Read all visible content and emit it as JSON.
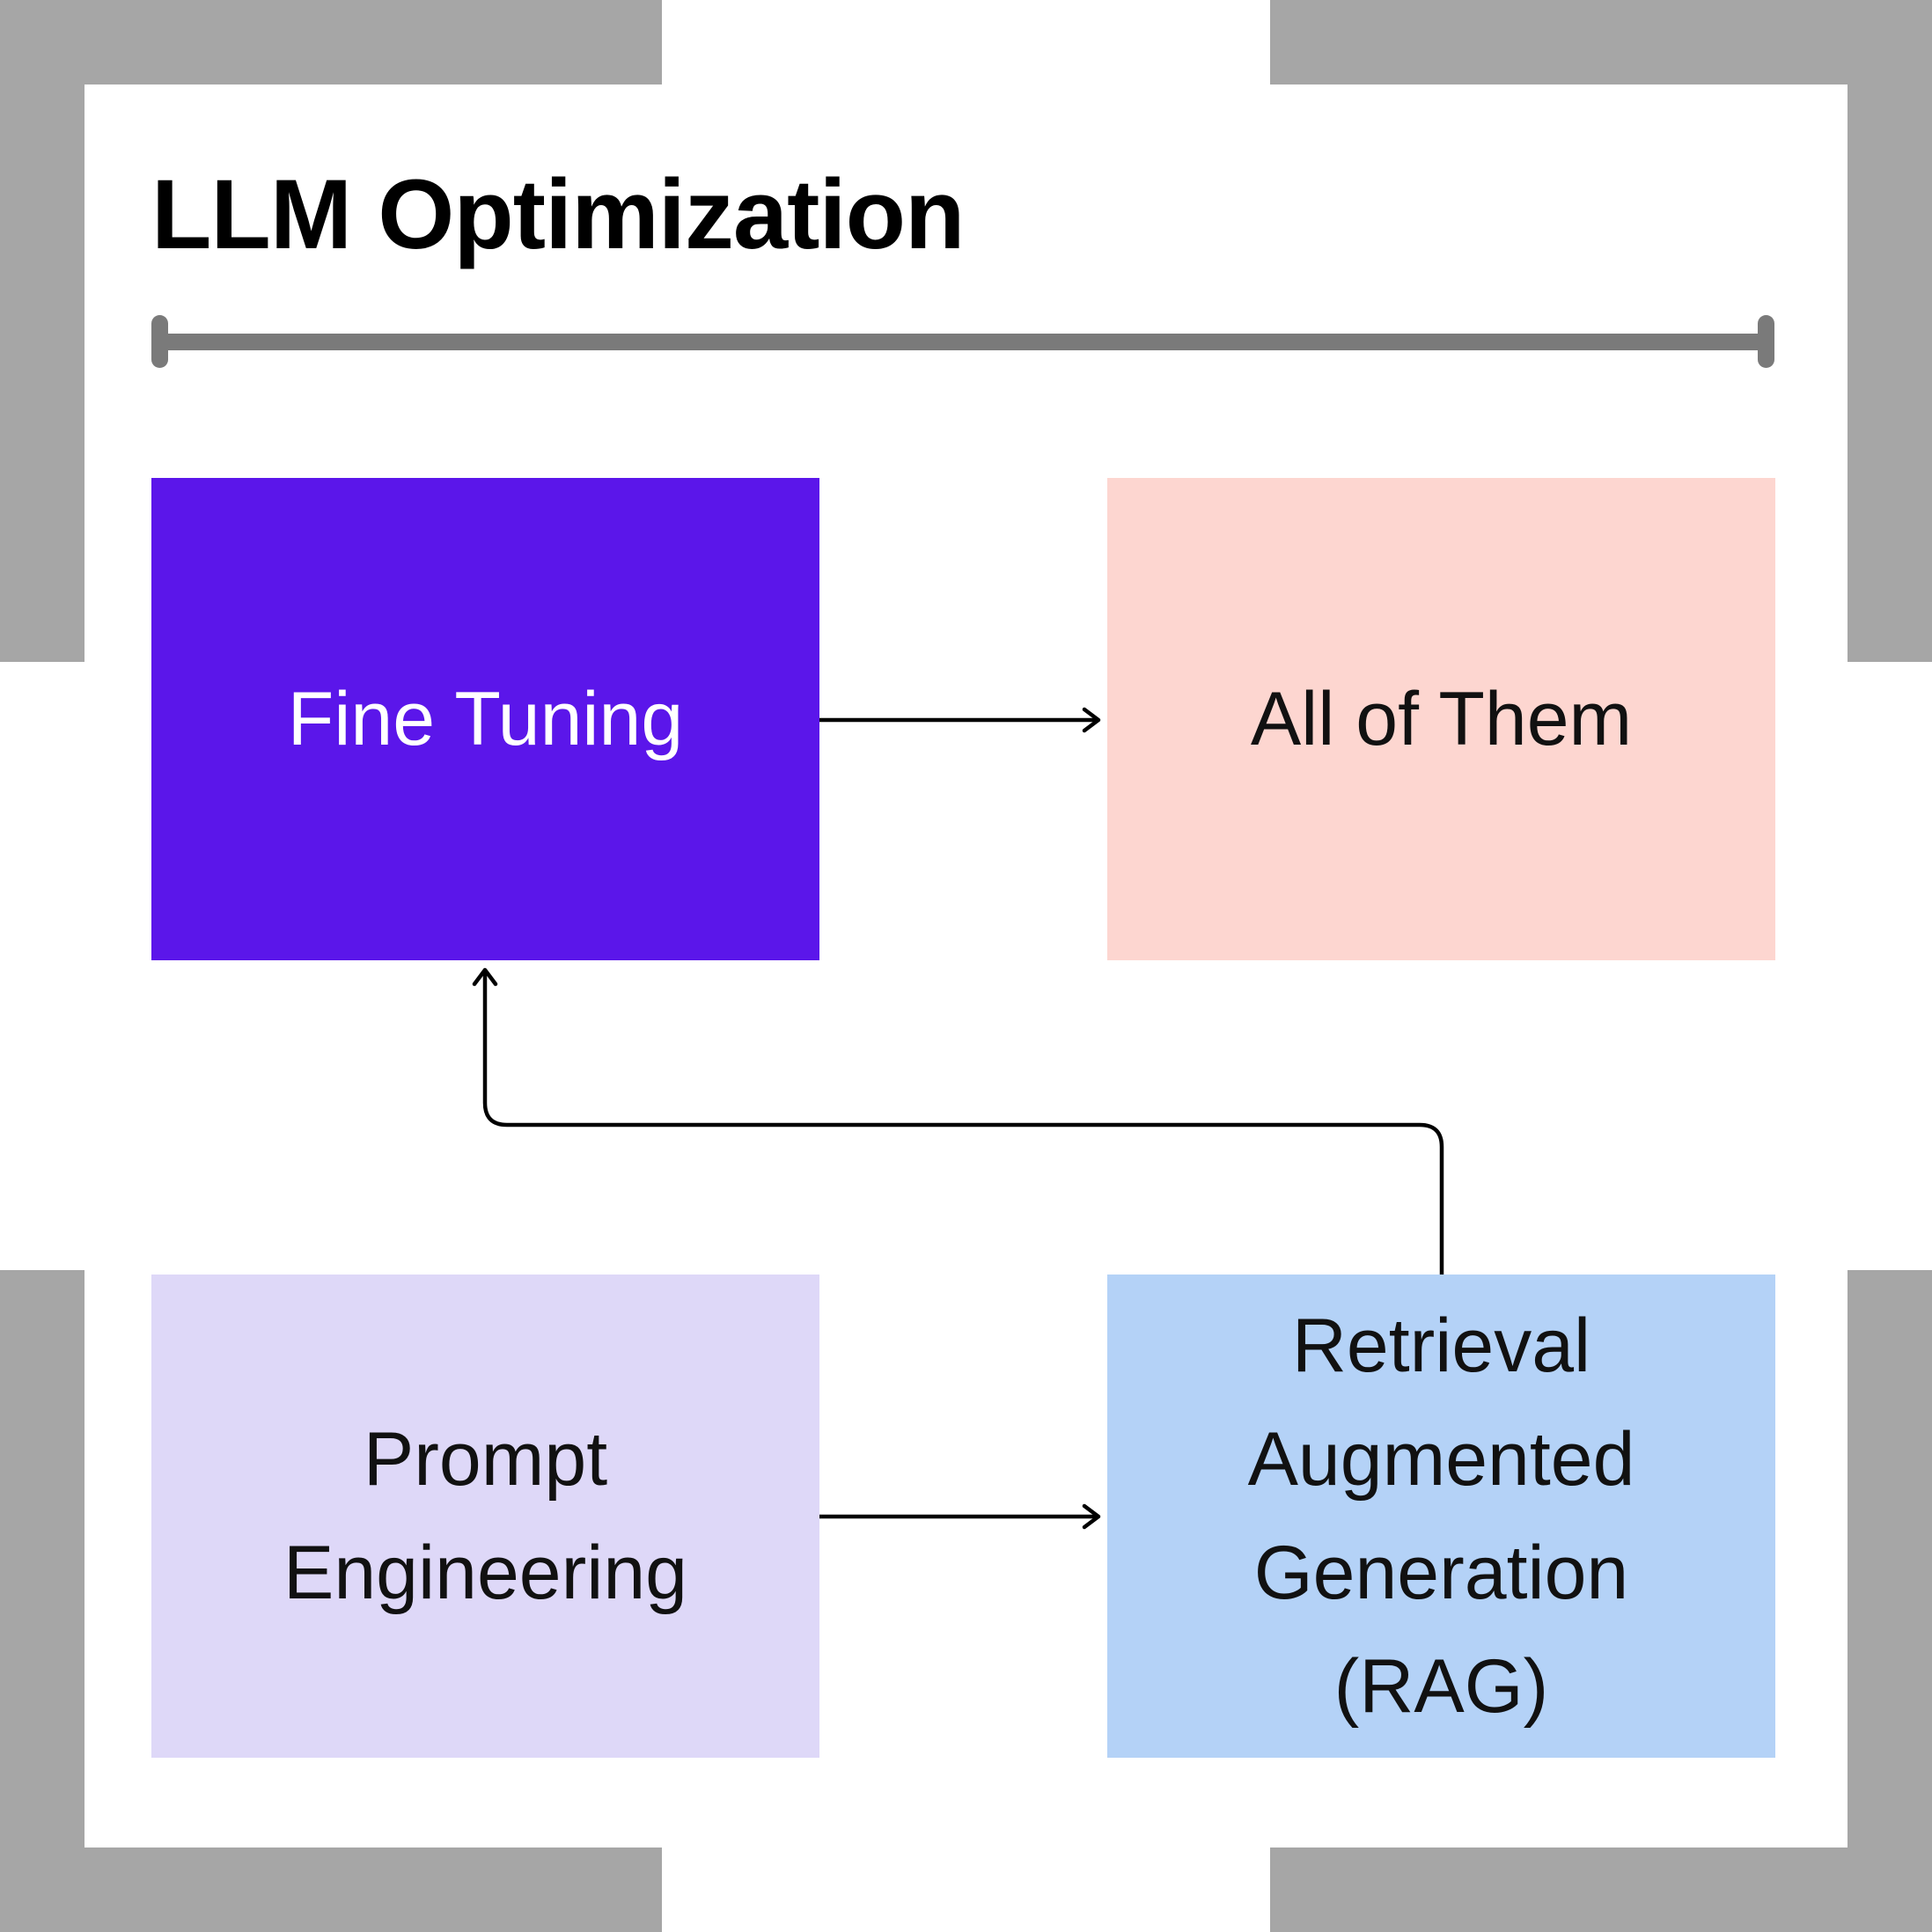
{
  "title": "LLM Optimization",
  "colors": {
    "frame_gray": "#a6a6a6",
    "timeline_gray": "#7a7a7a",
    "arrow_black": "#000000",
    "node_purple": "#5b16ea",
    "node_pink": "#fdd6d0",
    "node_lavender": "#ded8f8",
    "node_blue": "#b4d2f7"
  },
  "nodes": [
    {
      "id": "fine-tuning",
      "label": "Fine Tuning",
      "fill": "#5b16ea",
      "text_color": "#ffffff"
    },
    {
      "id": "all-of-them",
      "label": "All of Them",
      "fill": "#fdd6d0",
      "text_color": "#111111"
    },
    {
      "id": "prompt-engineering",
      "label": "Prompt Engineering",
      "fill": "#ded8f8",
      "text_color": "#111111"
    },
    {
      "id": "rag",
      "label": "Retrieval Augmented Generation (RAG)",
      "fill": "#b4d2f7",
      "text_color": "#111111"
    }
  ],
  "arrows": [
    {
      "from": "fine-tuning",
      "to": "all-of-them"
    },
    {
      "from": "prompt-engineering",
      "to": "rag"
    },
    {
      "from": "rag",
      "to": "fine-tuning"
    }
  ]
}
